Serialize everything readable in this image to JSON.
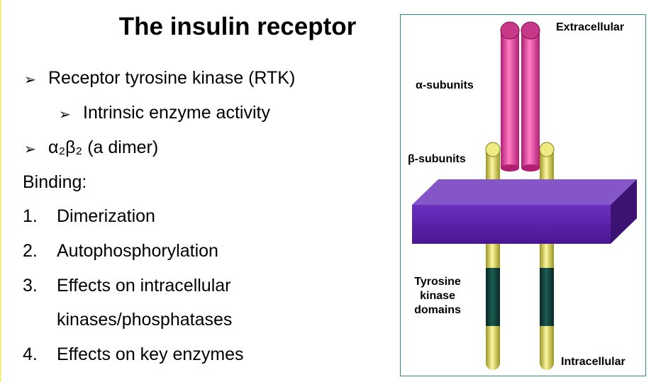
{
  "title": "The insulin receptor",
  "bullets": {
    "symbol": "➢",
    "rtk": "Receptor tyrosine kinase (RTK)",
    "intrinsic": "Intrinsic enzyme activity",
    "dimer": "α₂β₂ (a dimer)"
  },
  "binding": {
    "heading": "Binding:",
    "items": [
      {
        "num": "1.",
        "text": "Dimerization"
      },
      {
        "num": "2.",
        "text": "Autophosphorylation"
      },
      {
        "num": "3.",
        "text": "Effects on intracellular"
      },
      {
        "num": "",
        "text": "kinases/phosphatases"
      },
      {
        "num": "4.",
        "text": "Effects on key enzymes"
      }
    ]
  },
  "diagram": {
    "extracellular": "Extracellular",
    "alpha": "α-subunits",
    "beta": "β-subunits",
    "tk1": "Tyrosine",
    "tk2": "kinase",
    "tk3": "domains",
    "intracellular": "Intracellular"
  },
  "colors": {
    "alpha": "#e0489c",
    "beta": "#d9d35a",
    "kinase": "#0f3f3a",
    "membrane": "#5a1fa8",
    "border": "#2e8f8a"
  }
}
